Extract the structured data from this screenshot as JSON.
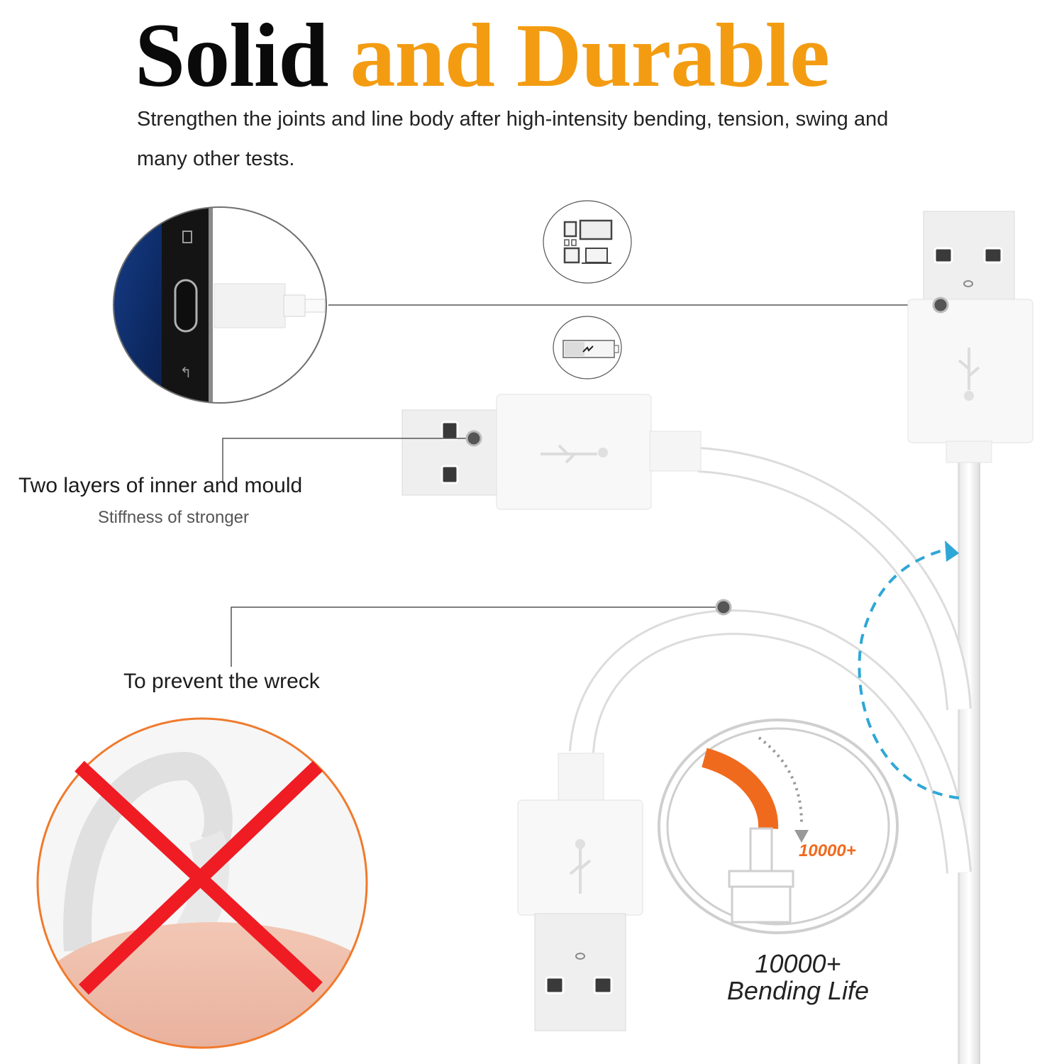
{
  "header": {
    "title_word1": "Solid",
    "title_word2": "and Durable",
    "subtitle": "Strengthen the joints and line body after high-intensity bending, tension, swing and many other tests."
  },
  "callouts": {
    "inner_mould": {
      "title": "Two layers of inner and mould",
      "subtitle": "Stiffness of stronger"
    },
    "prevent_wreck": {
      "title": "To prevent the wreck"
    }
  },
  "badge": {
    "inner_label": "10000+",
    "caption_line1": "10000+",
    "caption_line2": "Bending Life"
  },
  "icons": [
    "phone-charging-port-icon",
    "devices-icon",
    "battery-charging-icon",
    "usb-connector-icon",
    "bend-test-icon",
    "no-bending-icon"
  ],
  "colors": {
    "title_black": "#0a0a0a",
    "title_orange": "#f39c12",
    "badge_orange": "#f06a1e",
    "cross_red": "#ef1c24",
    "arrow_blue": "#2fa7d6",
    "callout_line": "#555555"
  }
}
